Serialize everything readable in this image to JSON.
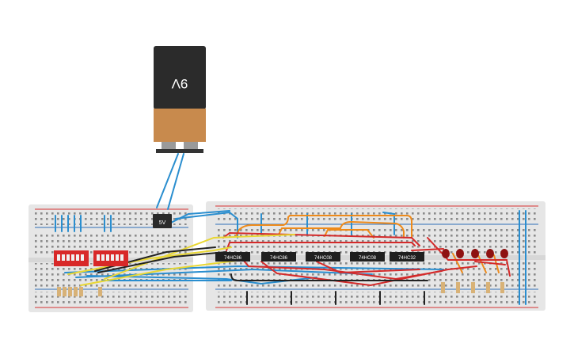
{
  "battery": {
    "label": "9V"
  },
  "regulator": {
    "label": "5V"
  },
  "chips": [
    {
      "id": "u1",
      "label": "74HC86"
    },
    {
      "id": "u2",
      "label": "74HC86"
    },
    {
      "id": "u3",
      "label": "74HC08"
    },
    {
      "id": "u4",
      "label": "74HC08"
    },
    {
      "id": "u5",
      "label": "74HC32"
    }
  ],
  "colors": {
    "board": "#e6e6e6",
    "hole": "#8a8a8a",
    "rail_red": "#d63232",
    "rail_blue": "#2f6fb8",
    "wire_blue": "#2a8ecf",
    "wire_red": "#d42a2a",
    "wire_orange": "#ee8a1a",
    "wire_yellow": "#e9d733",
    "wire_black": "#222222",
    "dip_switch": "#d82828",
    "led": "#8e1212",
    "battery_top": "#2b2b2b",
    "battery_bottom": "#c88a4d"
  }
}
